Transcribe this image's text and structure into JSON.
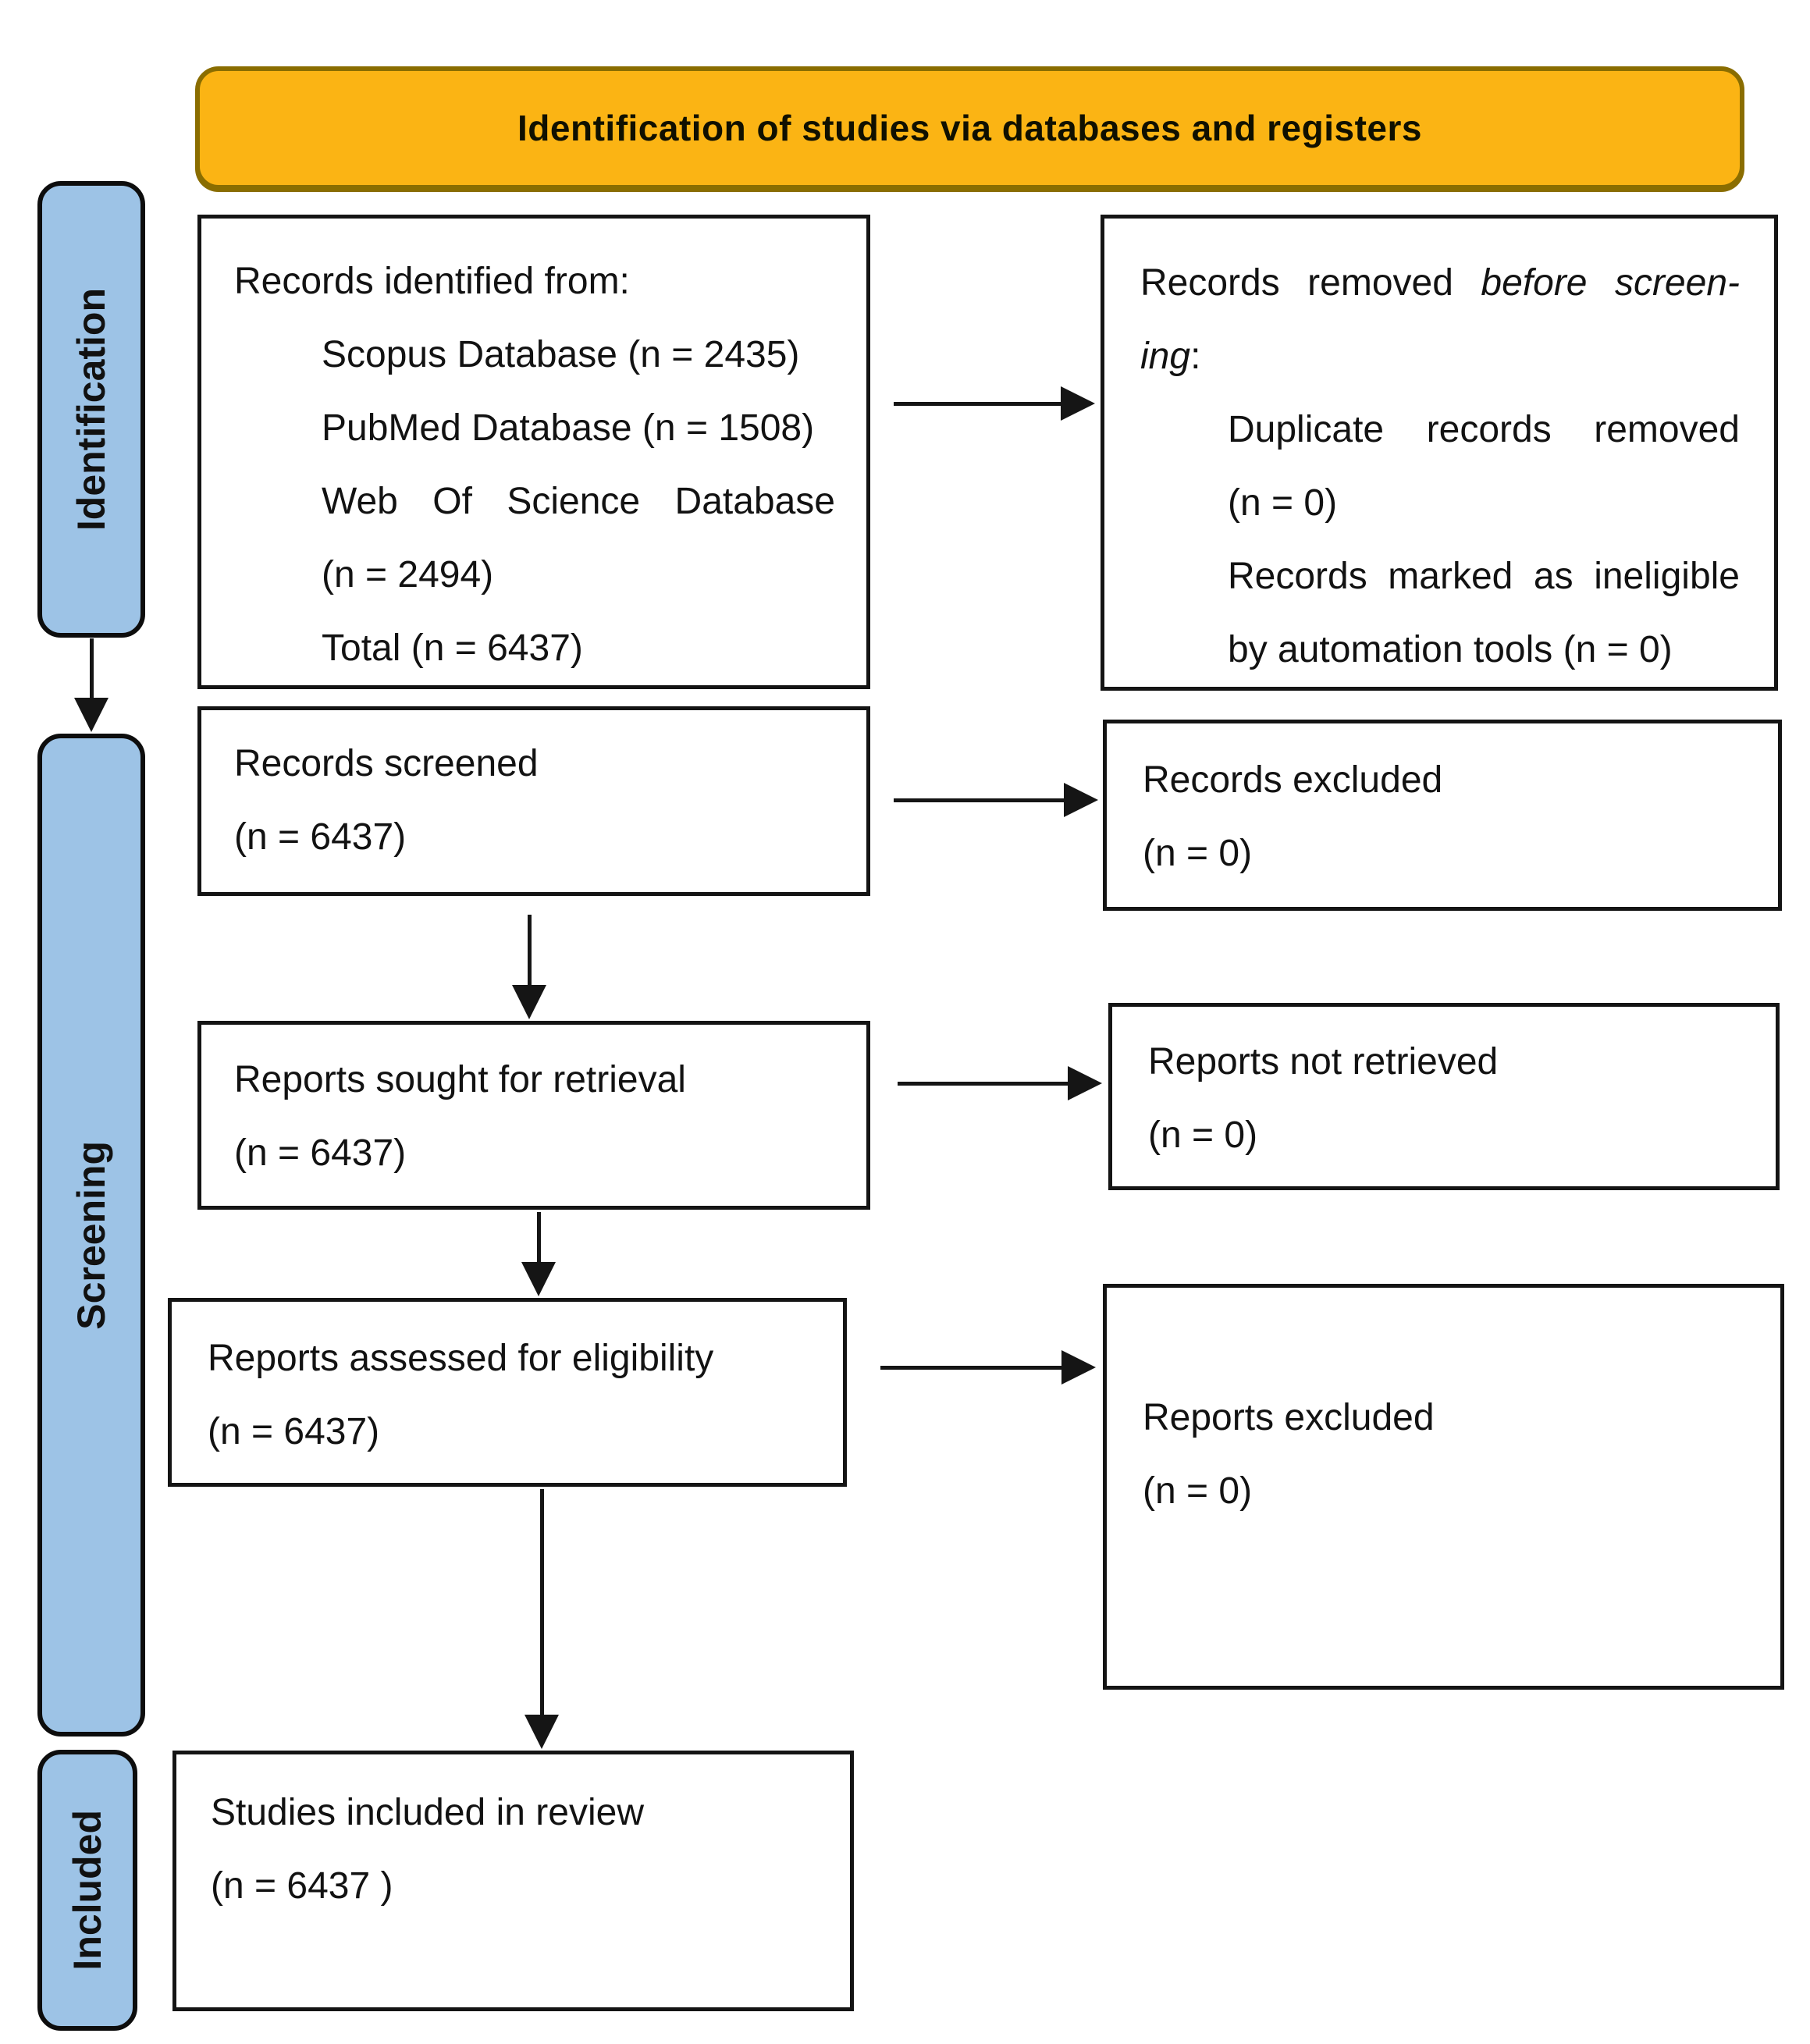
{
  "banner": {
    "title": "Identification of studies via databases and registers"
  },
  "stage_labels": {
    "identification": "Identification",
    "screening": "Screening",
    "included": "Included"
  },
  "boxes": {
    "records_identified": {
      "lines": [
        "Records identified from:",
        "Scopus Database (n = 2435)",
        "PubMed Database (n = 1508)",
        "Web Of Science Database",
        "(n = 2494)",
        "Total (n = 6437)"
      ]
    },
    "records_removed": {
      "heading": {
        "normal1": "Records removed ",
        "italic1": "before screen-",
        "italic2": "ing",
        "normal2": ":"
      },
      "lines": [
        "Duplicate records removed",
        "(n = 0)",
        "Records marked as ineligible",
        "by automation tools (n = 0)"
      ]
    },
    "records_screened": {
      "lines": [
        "Records screened",
        "(n = 6437)"
      ]
    },
    "records_excluded": {
      "lines": [
        "Records excluded",
        "(n = 0)"
      ]
    },
    "reports_sought": {
      "lines": [
        "Reports sought for retrieval",
        "(n = 6437)"
      ]
    },
    "reports_not_retrieved": {
      "lines": [
        "Reports not retrieved",
        "(n = 0)"
      ]
    },
    "reports_assessed": {
      "lines": [
        "Reports assessed for eligibility",
        "(n = 6437)"
      ]
    },
    "reports_excluded": {
      "lines": [
        "Reports excluded",
        "(n = 0)"
      ]
    },
    "studies_included": {
      "lines": [
        "Studies included in review",
        "(n = 6437 )"
      ]
    }
  },
  "colors": {
    "banner_fill": "#FBB414",
    "banner_border": "#8A6D00",
    "label_fill": "#9DC3E6",
    "box_border": "#141414"
  }
}
